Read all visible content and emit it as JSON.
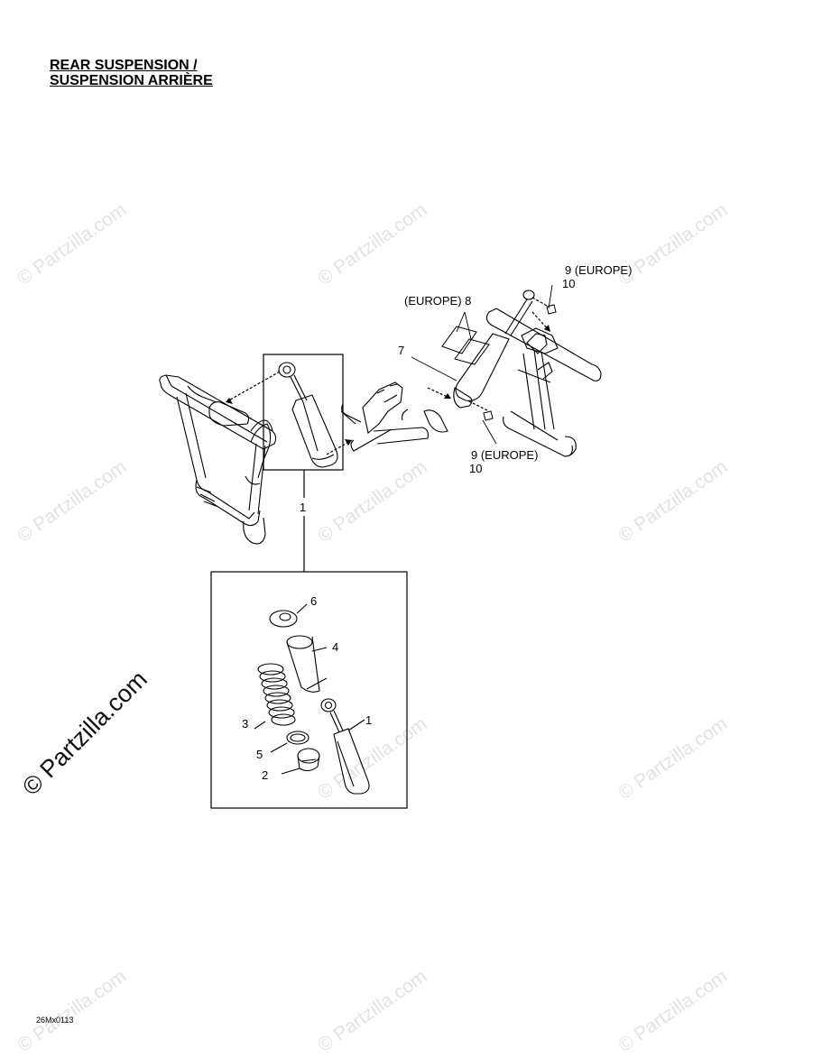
{
  "title": {
    "line1": "REAR SUSPENSION /",
    "line2": "SUSPENSION ARRIÈRE"
  },
  "figure_code": "26Mx0113",
  "watermark": {
    "text": "© Partzilla.com"
  },
  "labels": {
    "part1": "1",
    "part1_detail": "1",
    "part2": "2",
    "part3": "3",
    "part4": "4",
    "part5": "5",
    "part6": "6",
    "part7": "7",
    "part8": "(EUROPE) 8",
    "part9_top": "9 (EUROPE)",
    "part10_top": "10",
    "part9_bottom": "9 (EUROPE)",
    "part10_bottom": "10"
  }
}
